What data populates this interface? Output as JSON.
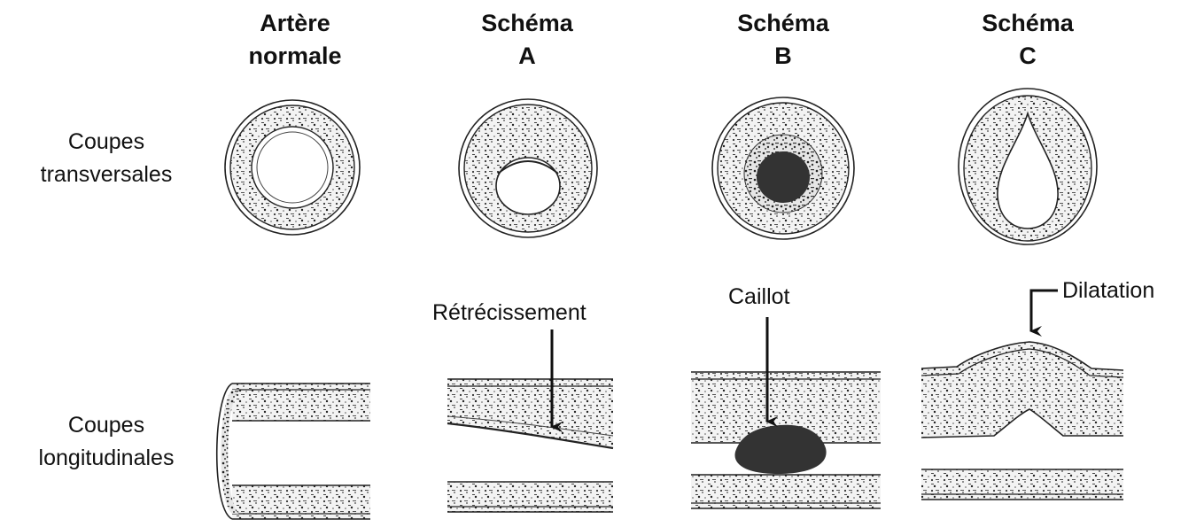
{
  "columns": {
    "normal": {
      "line1": "Artère",
      "line2": "normale"
    },
    "a": {
      "line1": "Schéma",
      "line2": "A"
    },
    "b": {
      "line1": "Schéma",
      "line2": "B"
    },
    "c": {
      "line1": "Schéma",
      "line2": "C"
    }
  },
  "rows": {
    "transverse": {
      "line1": "Coupes",
      "line2": "transversales"
    },
    "longitudinal": {
      "line1": "Coupes",
      "line2": "longitudinales"
    }
  },
  "annotations": {
    "a": "Rétrécissement",
    "b": "Caillot",
    "c": "Dilatation"
  },
  "colors": {
    "ink": "#1a1a1a",
    "clot": "#333333",
    "wall": "#ededed"
  }
}
